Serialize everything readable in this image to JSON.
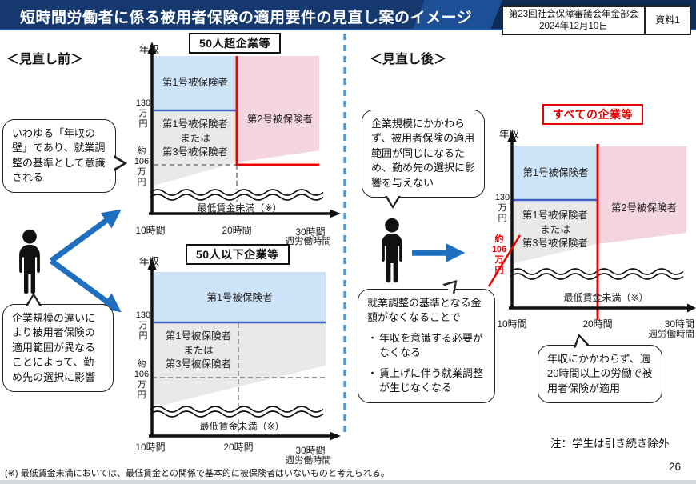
{
  "header": {
    "title": "短時間労働者に係る被用者保険の適用要件の見直し案のイメージ",
    "meeting_name": "第23回社会保障審議会年金部会",
    "meeting_date": "2024年12月10日",
    "doc_label": "資料1"
  },
  "sections": {
    "before_heading": "＜見直し前＞",
    "after_heading": "＜見直し後＞"
  },
  "chart_titles": {
    "over50": "50人超企業等",
    "under50": "50人以下企業等",
    "all_companies": "すべての企業等"
  },
  "axis": {
    "y_label": "年収",
    "x_label": "週労働時間",
    "x_ticks": [
      "10時間",
      "20時間",
      "30時間"
    ],
    "y_130": [
      "130",
      "万",
      "円"
    ],
    "y_106": [
      "約",
      "106",
      "万",
      "円"
    ]
  },
  "regions": {
    "cat1": "第1号被保険者",
    "cat2": "第2号被保険者",
    "cat13": [
      "第1号被保険者",
      "または",
      "第3号被保険者"
    ],
    "minwage": "最低賃金未満（※）"
  },
  "bubbles": {
    "wall": "いわゆる「年収の壁」であり、就業調整の基準として意識される",
    "scale_diff": "企業規模の違いにより被用者保険の適用範囲が異なることによって、勤め先の選択に影響",
    "same_scope": "企業規模にかかわらず、被用者保険の適用範囲が同じになるため、勤め先の選択に影響を与えない",
    "no_threshold": {
      "intro": "就業調整の基準となる金額がなくなることで",
      "bullet": "・",
      "points": [
        "年収を意識する必要がなくなる",
        "賃上げに伴う就業調整が生じなくなる"
      ]
    },
    "h20": "年収にかかわらず、週20時間以上の労働で被用者保険が適用"
  },
  "note": "注：学生は引き続き除外",
  "footnote": "(※) 最低賃金未満においては、最低賃金との関係で基本的に被保険者はいないものと考えられる。",
  "page_number": "26",
  "colors": {
    "navy": "#15396e",
    "navy_light": "#1d4f96",
    "navy_dark": "#0f2c55",
    "blue_fill": "#cde3f7",
    "pink_fill": "#f4d4de",
    "gray_fill": "#e9e9e9",
    "blue_line": "#3c5fc4",
    "red": "#ee0000",
    "red_text": "#e60000",
    "arrow_blue": "#1f6fc0",
    "divider_blue": "#4d9bd9"
  }
}
